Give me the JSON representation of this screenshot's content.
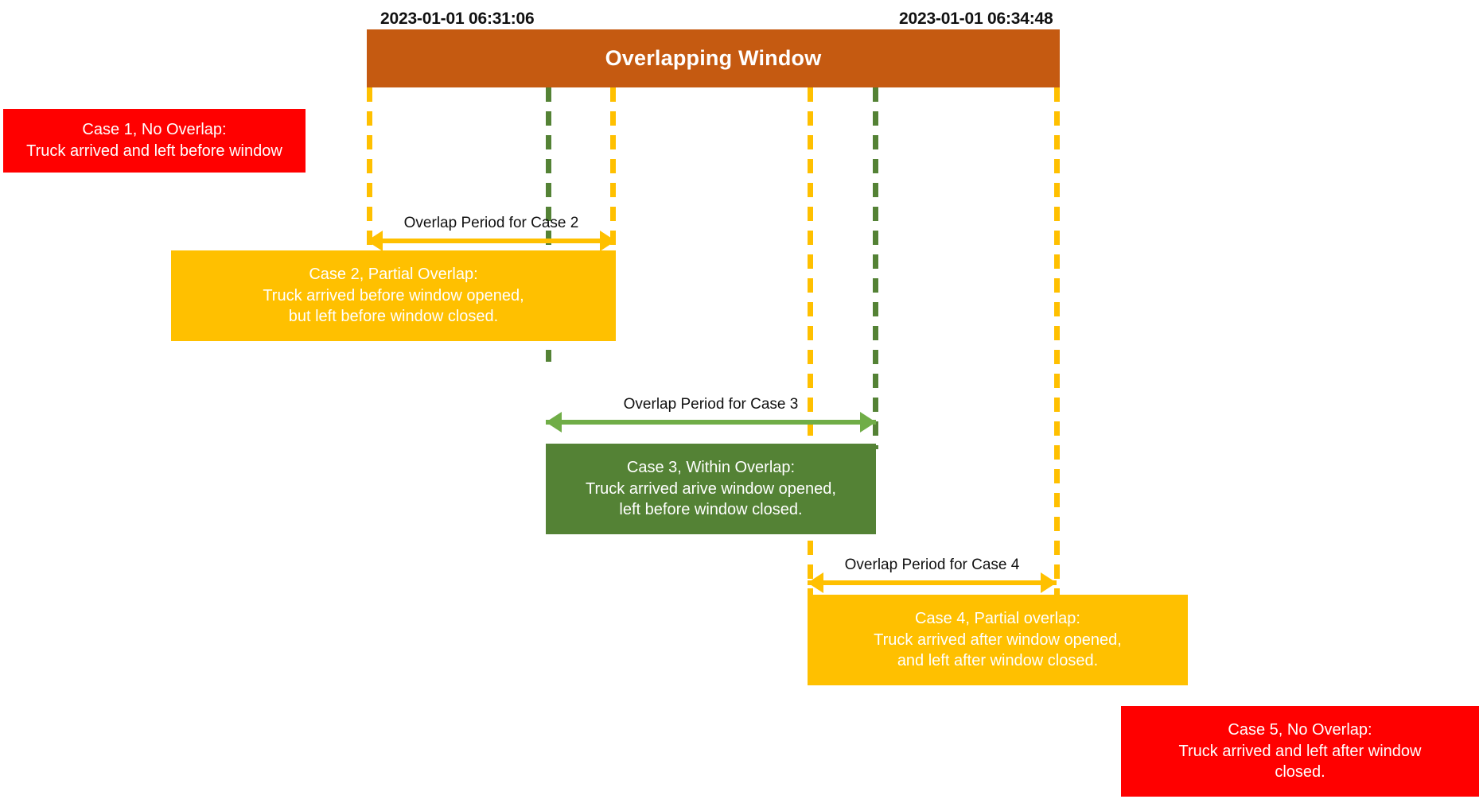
{
  "diagram": {
    "title": "Overlapping Window",
    "window": {
      "start_label": "2023-01-01 06:31:06",
      "end_label": "2023-01-01 06:34:48",
      "bar_label": "Overlapping Window",
      "bar_color": "#c55a11"
    },
    "colors": {
      "no_overlap": "#ff0000",
      "partial_overlap": "#ffc000",
      "within_overlap": "#548235",
      "window_bar": "#c55a11",
      "green_arrow": "#70ad47",
      "yellow_arrow": "#ffc000"
    },
    "arrows": [
      {
        "id": "case2",
        "label": "Overlap Period for Case 2",
        "color": "#ffc000"
      },
      {
        "id": "case3",
        "label": "Overlap Period for Case 3",
        "color": "#70ad47"
      },
      {
        "id": "case4",
        "label": "Overlap Period for Case 4",
        "color": "#ffc000"
      }
    ],
    "cases": [
      {
        "id": "case1",
        "kind": "no-overlap",
        "lines": [
          "Case 1, No Overlap:",
          "Truck arrived and left before window"
        ]
      },
      {
        "id": "case2",
        "kind": "partial-overlap",
        "lines": [
          "Case 2, Partial Overlap:",
          "Truck arrived before window opened,",
          "but left before window closed."
        ]
      },
      {
        "id": "case3",
        "kind": "within-overlap",
        "lines": [
          "Case 3, Within Overlap:",
          "Truck arrived arive window opened,",
          "left before window closed."
        ]
      },
      {
        "id": "case4",
        "kind": "partial-overlap",
        "lines": [
          "Case 4, Partial overlap:",
          "Truck arrived after window opened,",
          "and left after window closed."
        ]
      },
      {
        "id": "case5",
        "kind": "no-overlap",
        "lines": [
          "Case 5, No Overlap:",
          "Truck arrived and left after window",
          "closed."
        ]
      }
    ]
  }
}
